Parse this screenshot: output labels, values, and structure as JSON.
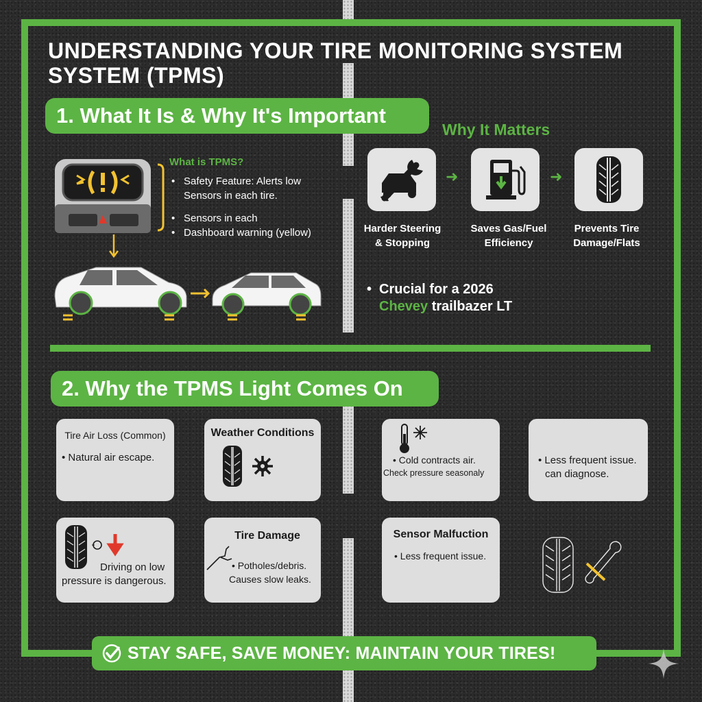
{
  "title": "UNDERSTANDING YOUR TIRE MONITORING SYSTEM SYSTEM (TPMS)",
  "colors": {
    "accent": "#5cb444",
    "background": "#2b2b2b",
    "card": "#dedede",
    "warning": "#f2c230",
    "alert_red": "#e0392b"
  },
  "section1": {
    "heading": "1. What It Is & Why It's Important",
    "what_is": {
      "heading": "What is TPMS?",
      "bullets": [
        "Safety Feature: Alerts low",
        "Sensors in each tire.",
        "Sensors in each",
        "Dashboard warning (yellow)"
      ]
    },
    "illustration": {
      "dashboard_icon": "tpms-warning-icon",
      "cars": [
        "car-left-icon",
        "car-right-icon"
      ]
    },
    "why_matters": {
      "heading": "Why It Matters",
      "items": [
        {
          "icon": "car-wrench-icon",
          "label_line1": "Harder Steering",
          "label_line2": "& Stopping"
        },
        {
          "icon": "fuel-pump-icon",
          "label_line1": "Saves Gas/Fuel",
          "label_line2": "Efficiency"
        },
        {
          "icon": "tire-tread-icon",
          "label_line1": "Prevents Tire",
          "label_line2": "Damage/Flats"
        }
      ]
    },
    "crucial": {
      "line1": "Crucial for a 2026",
      "brand": "Chevey",
      "model": "trailbazer LT"
    }
  },
  "section2": {
    "heading": "2. Why the TPMS Light Comes On",
    "cards": [
      {
        "title": "Tire Air Loss (Common)",
        "text": "• Natural air escape."
      },
      {
        "title": "Weather Conditions"
      },
      {
        "text1": "• Cold contracts air.",
        "text2": "Check pressure seasonaly"
      },
      {
        "text1": "• Less frequent issue.",
        "text2": "can diagnose."
      },
      {
        "text1": "Driving on low",
        "text2": "pressure is dangerous."
      },
      {
        "title": "Tire Damage",
        "text1": "• Potholes/debris.",
        "text2": "Causes slow leaks."
      },
      {
        "title": "Sensor Malfuction",
        "text": "• Less frequent issue."
      }
    ]
  },
  "banner": {
    "text": "STAY SAFE, SAVE MONEY: MAINTAIN YOUR TIRES!"
  }
}
